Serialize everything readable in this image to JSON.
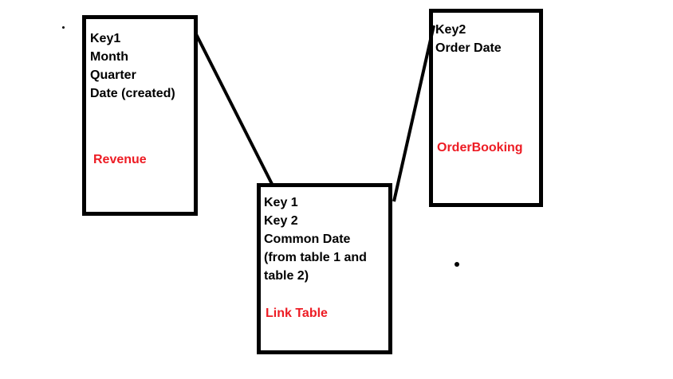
{
  "colors": {
    "background": "#ffffff",
    "ink": "#000000",
    "table_name_red": "#ed1c24"
  },
  "boxes": {
    "revenue": {
      "fields": [
        "Key1",
        "Month",
        "Quarter",
        "Date (created)"
      ],
      "table_name": "Revenue"
    },
    "order_booking": {
      "fields": [
        "Key2",
        "Order Date"
      ],
      "table_name": "OrderBooking"
    },
    "link": {
      "fields": [
        "Key 1",
        "Key 2",
        "Common Date",
        "(from table 1 and",
        "table 2)"
      ],
      "table_name": "Link Table"
    }
  },
  "connections": [
    {
      "from": "Revenue",
      "to": "Link Table"
    },
    {
      "from": "OrderBooking",
      "to": "Link Table"
    }
  ]
}
